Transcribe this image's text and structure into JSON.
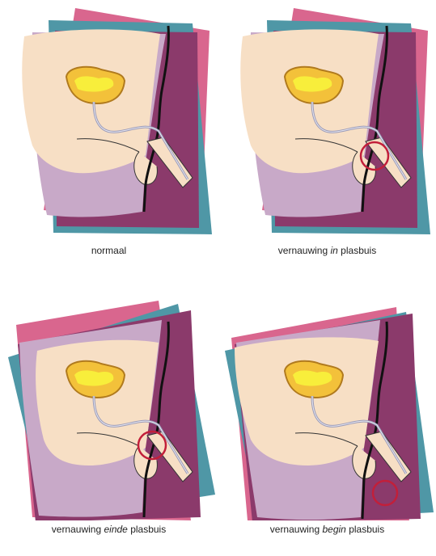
{
  "colors": {
    "pink": "#d9668e",
    "teal": "#4f97a6",
    "plum": "#8b3a6b",
    "skin": "#f7dfc5",
    "lavender": "#c8a9c8",
    "bladder_outline": "#b07a1e",
    "bladder_fill": "#f3c13a",
    "urine": "#f8ee3b",
    "urethra": "#9a9ab8",
    "ring": "#c21f3a"
  },
  "panels": [
    {
      "id": "normaal",
      "caption_pre": "normaal",
      "caption_em": "",
      "caption_post": "",
      "stricture": "none"
    },
    {
      "id": "in",
      "caption_pre": "vernauwing ",
      "caption_em": "in",
      "caption_post": " plasbuis",
      "stricture": "middle"
    },
    {
      "id": "einde",
      "caption_pre": "vernauwing ",
      "caption_em": "einde",
      "caption_post": " plasbuis",
      "stricture": "base"
    },
    {
      "id": "begin",
      "caption_pre": "vernauwing ",
      "caption_em": "begin",
      "caption_post": " plasbuis",
      "stricture": "tip"
    }
  ]
}
